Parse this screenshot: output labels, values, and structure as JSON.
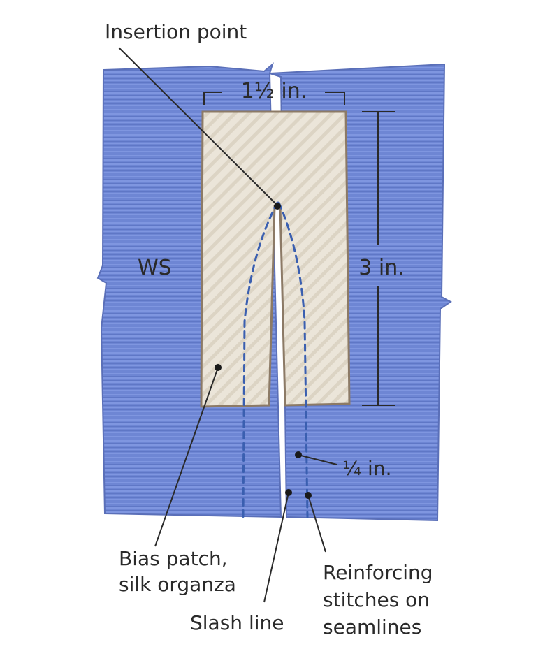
{
  "labels": {
    "insertion_point": "Insertion point",
    "width": "1½ in.",
    "height": "3 in.",
    "ws": "WS",
    "seam_allowance": "¼ in.",
    "bias_patch_line1": "Bias patch,",
    "bias_patch_line2": "silk organza",
    "reinforcing_line1": "Reinforcing",
    "reinforcing_line2": "stitches on",
    "reinforcing_line3": "seamlines",
    "slash_line": "Slash line"
  },
  "colors": {
    "fabric": "#6e86d4",
    "patch": "#ece6da",
    "stitch": "#3a5fb0",
    "ink": "#2a2a2a"
  }
}
